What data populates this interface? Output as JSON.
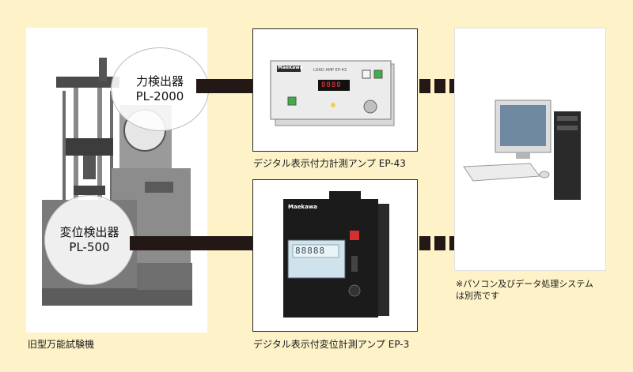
{
  "machine": {
    "name": "旧型万能試験機",
    "force_sensor": {
      "name": "力検出器",
      "model": "PL-2000"
    },
    "disp_sensor": {
      "name": "変位検出器",
      "model": "PL-500"
    }
  },
  "amp_force": {
    "caption": "デジタル表示付力計測アンプ EP-43",
    "brand": "Maekawa",
    "panel_text": "LOAD AMP EP-43",
    "display": "8888"
  },
  "amp_disp": {
    "caption": "デジタル表示付変位計測アンプ EP-3",
    "brand": "Maekawa",
    "display": "88888"
  },
  "pc_note": {
    "line1": "※パソコン及びデータ処理システム",
    "line2": "は別売です"
  },
  "colors": {
    "background": "#fdf2c8",
    "connector": "#231815"
  }
}
